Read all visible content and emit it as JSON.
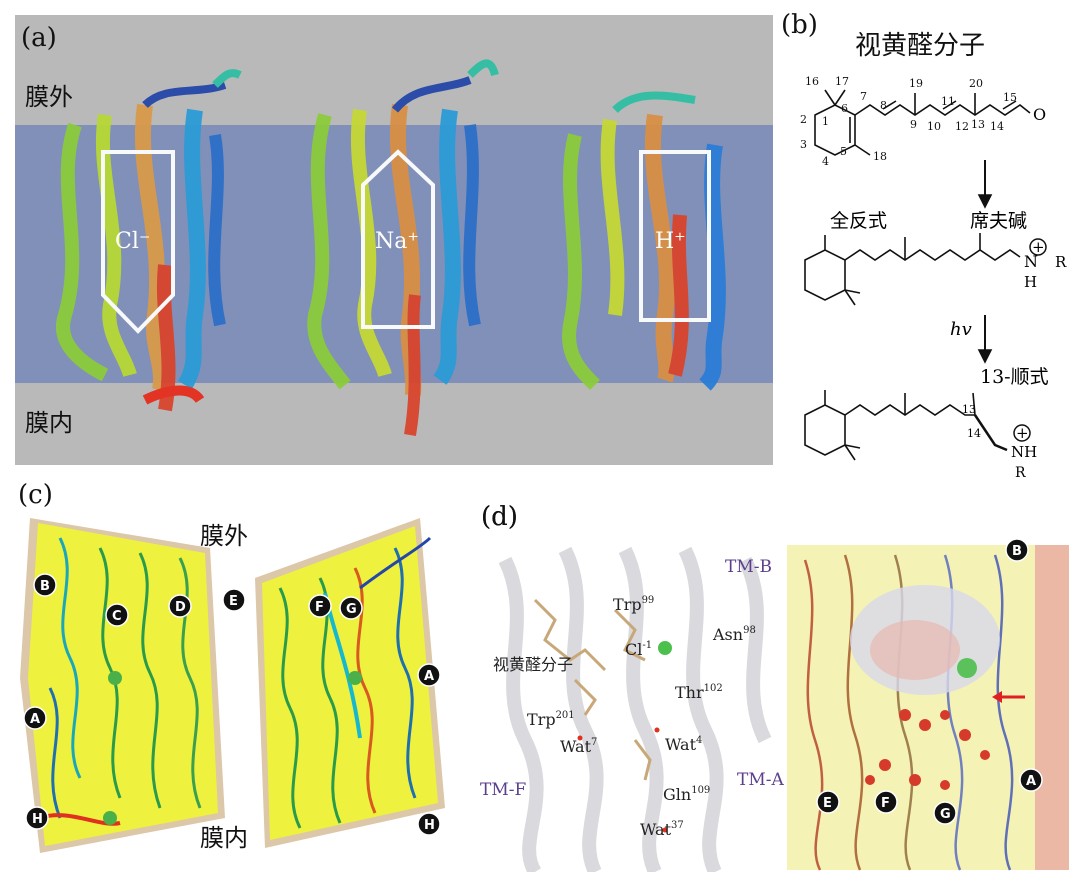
{
  "panel_a": {
    "label": "(a)",
    "outside": "膜外",
    "inside": "膜内",
    "ions": [
      "Cl⁻",
      "Na⁺",
      "H⁺"
    ]
  },
  "panel_b": {
    "label": "(b)",
    "title": "视黄醛分子",
    "atom_numbers": [
      "16",
      "17",
      "1",
      "2",
      "3",
      "4",
      "5",
      "6",
      "7",
      "8",
      "9",
      "10",
      "11",
      "12",
      "13",
      "14",
      "15",
      "18",
      "19",
      "20"
    ],
    "oxygen": "O",
    "all_trans": "全反式",
    "schiff_base": "席夫碱",
    "light": "hv",
    "cis13": "13-顺式",
    "n_group": "N",
    "h_atom": "H",
    "r_group": "R",
    "plus": "+",
    "num13": "13",
    "num14": "14",
    "nh": "NH"
  },
  "panel_c": {
    "label": "(c)",
    "outside": "膜外",
    "inside": "膜内",
    "left_badges": [
      "B",
      "C",
      "D",
      "A",
      "H"
    ],
    "right_badges": [
      "E",
      "F",
      "G",
      "A",
      "H"
    ]
  },
  "panel_d": {
    "label": "(d)",
    "helices": [
      "TM-B",
      "TM-F",
      "TM-A"
    ],
    "residues": [
      "Trp",
      "99",
      "Asn",
      "98",
      "Cl",
      "-1",
      "视黄醛分子",
      "Thr",
      "102",
      "Trp",
      "201",
      "Wat",
      "7",
      "Wat",
      "4",
      "Gln",
      "109",
      "Wat",
      "37"
    ],
    "right_badges": [
      "B",
      "E",
      "F",
      "G",
      "A"
    ]
  }
}
